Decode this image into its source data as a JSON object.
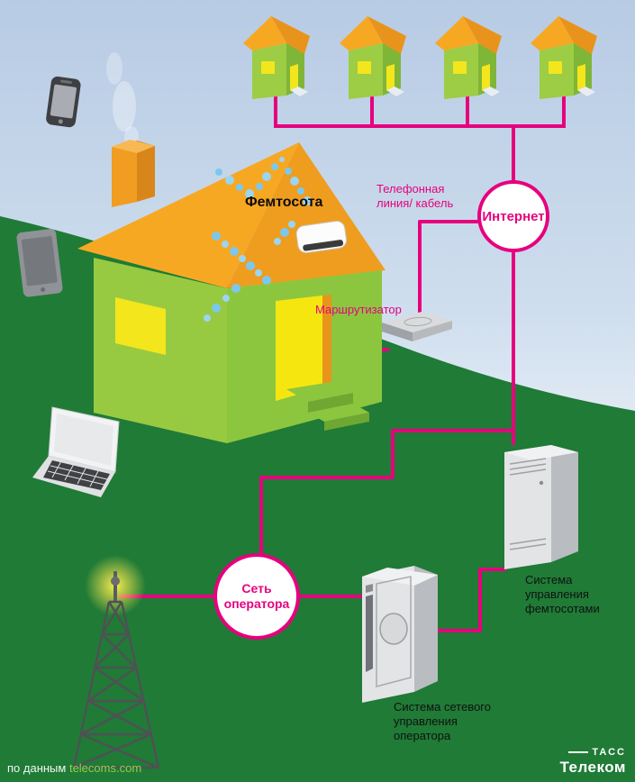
{
  "labels": {
    "femtocell": "Фемтосота",
    "phone_line": [
      "Телефонная",
      "линия/ кабель"
    ],
    "router": "Маршрутизатор",
    "internet": "Интернет",
    "operator": [
      "Сеть",
      "оператора"
    ],
    "femto_mgmt": [
      "Система",
      "управления",
      "фемтосотами"
    ],
    "network_mgmt": [
      "Система сетевого",
      "управления",
      "оператора"
    ]
  },
  "footer": {
    "source_prefix": "по данным ",
    "source_link": "telecoms.com"
  },
  "logo": {
    "line1": "ТАСС",
    "line2": "Телеком"
  },
  "colors": {
    "magenta": "#e6007e",
    "ground_green": "#1f7b36",
    "house_green": "#98ca41",
    "roof_orange": "#f7a823",
    "window_yellow": "#f6e60f",
    "signal_blue": "#7cc8ec"
  }
}
